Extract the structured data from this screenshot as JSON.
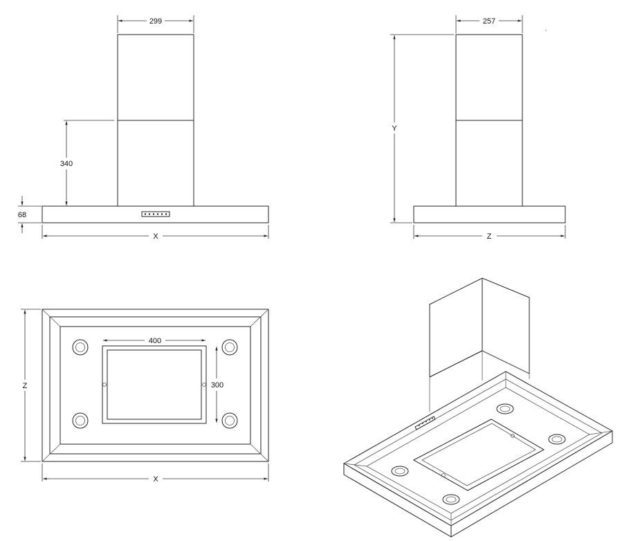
{
  "front_view": {
    "chimney_width": "299",
    "chimney_lower_height": "340",
    "canopy_height": "68",
    "width_label": "X"
  },
  "side_view": {
    "chimney_depth": "257",
    "height_label": "Y",
    "depth_label": "Z"
  },
  "bottom_view": {
    "filter_width": "400",
    "filter_depth": "300",
    "depth_label": "Z",
    "width_label": "X"
  }
}
